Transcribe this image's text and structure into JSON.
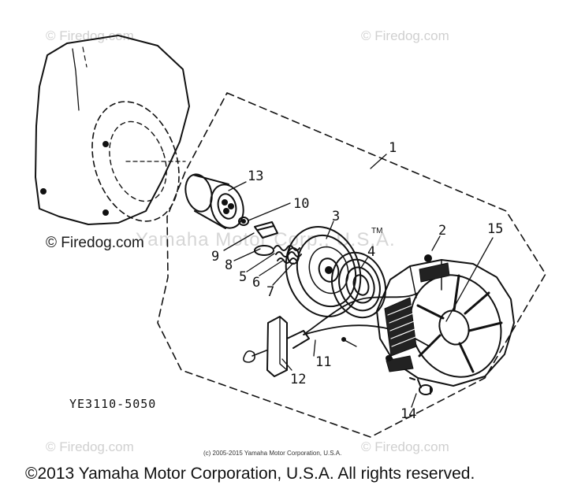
{
  "watermark": {
    "text": "© Firedog.com",
    "main_text": "© Firedog.com",
    "ghost_text": "Yamaha Motor Corp., U.S.A."
  },
  "tm_mark": "TM",
  "diagram_code": "YE3110-5050",
  "small_copyright": "(c) 2005-2015 Yamaha Motor Corporation, U.S.A.",
  "copyright": "©2013 Yamaha Motor Corporation, U.S.A. All rights reserved.",
  "callouts": [
    "1",
    "2",
    "3",
    "4",
    "5",
    "6",
    "7",
    "8",
    "9",
    "10",
    "11",
    "12",
    "13",
    "14",
    "15"
  ]
}
